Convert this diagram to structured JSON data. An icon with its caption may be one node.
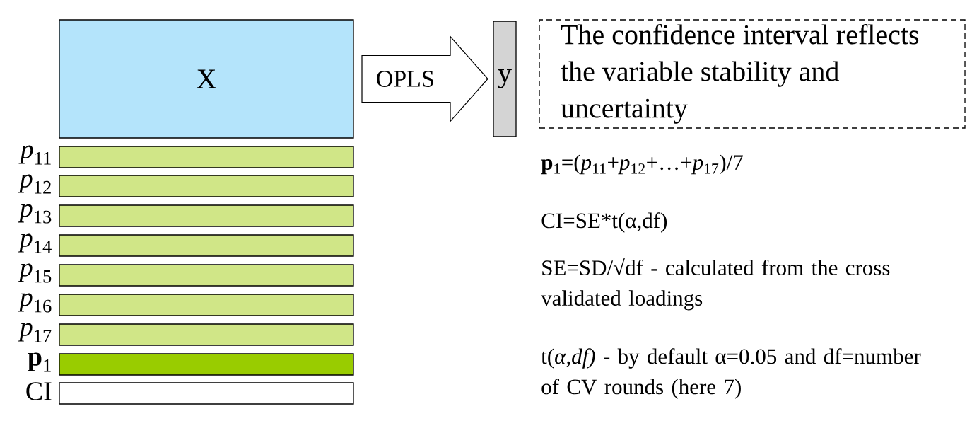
{
  "diagram": {
    "nodes": [
      {
        "text": [
          "X"
        ]
      },
      {
        "text": [
          "y"
        ]
      },
      {
        "text": [
          "The confidence interval reflects the variable stability and uncertainty"
        ]
      },
      {
        "text": [],
        "shape": "bar",
        "beside": [
          "*p*$_{11}$"
        ]
      },
      {
        "text": [],
        "shape": "bar",
        "beside": [
          "*p*$_{12}$"
        ]
      },
      {
        "text": [],
        "shape": "bar",
        "beside": [
          "*p*$_{13}$"
        ]
      },
      {
        "text": [],
        "shape": "bar",
        "beside": [
          "*p*$_{14}$"
        ]
      },
      {
        "text": [],
        "shape": "bar",
        "beside": [
          "*p*$_{15}$"
        ]
      },
      {
        "text": [],
        "shape": "bar",
        "beside": [
          "*p*$_{16}$"
        ]
      },
      {
        "text": [],
        "shape": "bar",
        "beside": [
          "*p*$_{17}$"
        ]
      },
      {
        "text": [],
        "shape": "bar",
        "beside": [
          "**p**$_{1}$"
        ]
      },
      {
        "text": [],
        "shape": "bar",
        "beside": [
          "CI"
        ]
      }
    ],
    "edges": [
      {
        "from": 0,
        "to": 1,
        "arrow": "to",
        "label": "OPLS"
      }
    ],
    "labels": [
      "**p**$_{1}$=(*p*$_{11}$+*p*$_{12}$+…+*p*$_{17}$)/7",
      "CI=SE*t(α,df)",
      "SE=SD/√df - calculated from the cross validated loadings",
      "t(*α,df)* - by default α=0.05 and df=number of CV rounds (here 7)"
    ]
  }
}
